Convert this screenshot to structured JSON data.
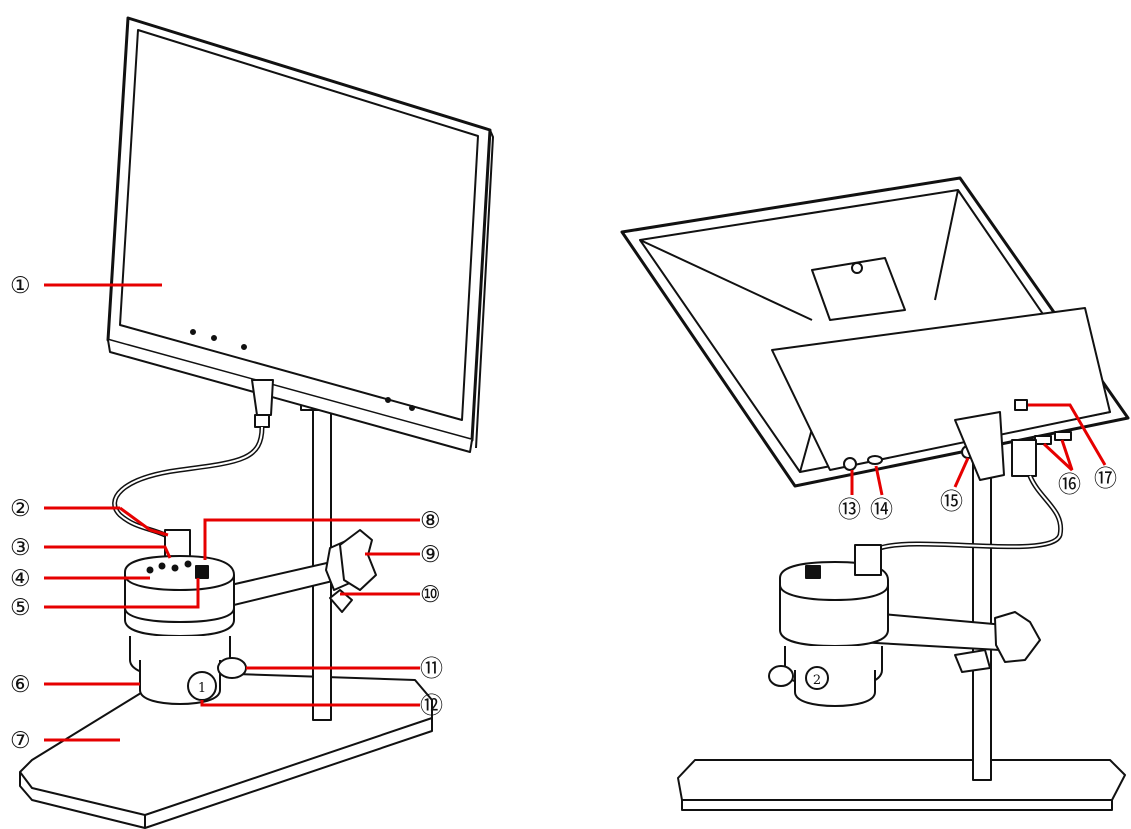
{
  "diagram": {
    "leader_color": "#e60000",
    "line_color": "#111111",
    "callouts": [
      {
        "id": "c1",
        "label": "①"
      },
      {
        "id": "c2",
        "label": "②"
      },
      {
        "id": "c3",
        "label": "③"
      },
      {
        "id": "c4",
        "label": "④"
      },
      {
        "id": "c5",
        "label": "⑤"
      },
      {
        "id": "c6",
        "label": "⑥"
      },
      {
        "id": "c7",
        "label": "⑦"
      },
      {
        "id": "c8",
        "label": "⑧"
      },
      {
        "id": "c9",
        "label": "⑨"
      },
      {
        "id": "c10",
        "label": "⑩"
      },
      {
        "id": "c11",
        "label": "⑪"
      },
      {
        "id": "c12",
        "label": "⑫"
      },
      {
        "id": "c13",
        "label": "⑬"
      },
      {
        "id": "c14",
        "label": "⑭"
      },
      {
        "id": "c15",
        "label": "⑮"
      },
      {
        "id": "c16",
        "label": "⑯"
      },
      {
        "id": "c17",
        "label": "⑰"
      }
    ],
    "part_marks": [
      {
        "id": "m1",
        "label": "1"
      },
      {
        "id": "m2",
        "label": "2"
      }
    ]
  }
}
